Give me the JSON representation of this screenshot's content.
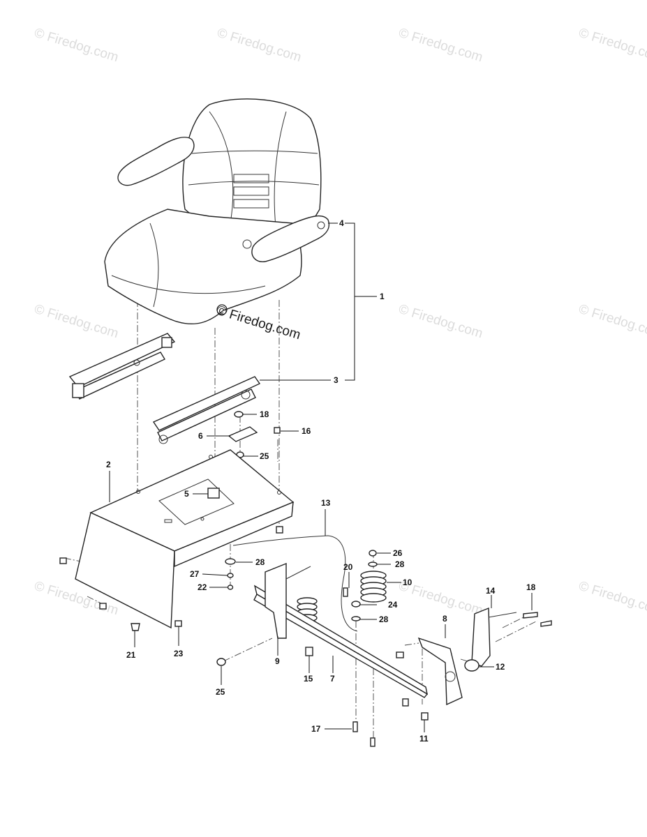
{
  "watermark": {
    "text": "© Firedog.com",
    "center_text": "© Firedog.com"
  },
  "callouts": [
    {
      "id": "c1",
      "label": "1"
    },
    {
      "id": "c2",
      "label": "2"
    },
    {
      "id": "c3",
      "label": "3"
    },
    {
      "id": "c4",
      "label": "4"
    },
    {
      "id": "c5",
      "label": "5"
    },
    {
      "id": "c6",
      "label": "6"
    },
    {
      "id": "c7",
      "label": "7"
    },
    {
      "id": "c8",
      "label": "8"
    },
    {
      "id": "c9",
      "label": "9"
    },
    {
      "id": "c10",
      "label": "10"
    },
    {
      "id": "c11",
      "label": "11"
    },
    {
      "id": "c12",
      "label": "12"
    },
    {
      "id": "c13",
      "label": "13"
    },
    {
      "id": "c14",
      "label": "14"
    },
    {
      "id": "c15",
      "label": "15"
    },
    {
      "id": "c16",
      "label": "16"
    },
    {
      "id": "c17",
      "label": "17"
    },
    {
      "id": "c18a",
      "label": "18"
    },
    {
      "id": "c18b",
      "label": "18"
    },
    {
      "id": "c20",
      "label": "20"
    },
    {
      "id": "c21",
      "label": "21"
    },
    {
      "id": "c22",
      "label": "22"
    },
    {
      "id": "c23",
      "label": "23"
    },
    {
      "id": "c24",
      "label": "24"
    },
    {
      "id": "c25a",
      "label": "25"
    },
    {
      "id": "c25b",
      "label": "25"
    },
    {
      "id": "c26",
      "label": "26"
    },
    {
      "id": "c27",
      "label": "27"
    },
    {
      "id": "c28a",
      "label": "28"
    },
    {
      "id": "c28b",
      "label": "28"
    },
    {
      "id": "c28c",
      "label": "28"
    }
  ]
}
